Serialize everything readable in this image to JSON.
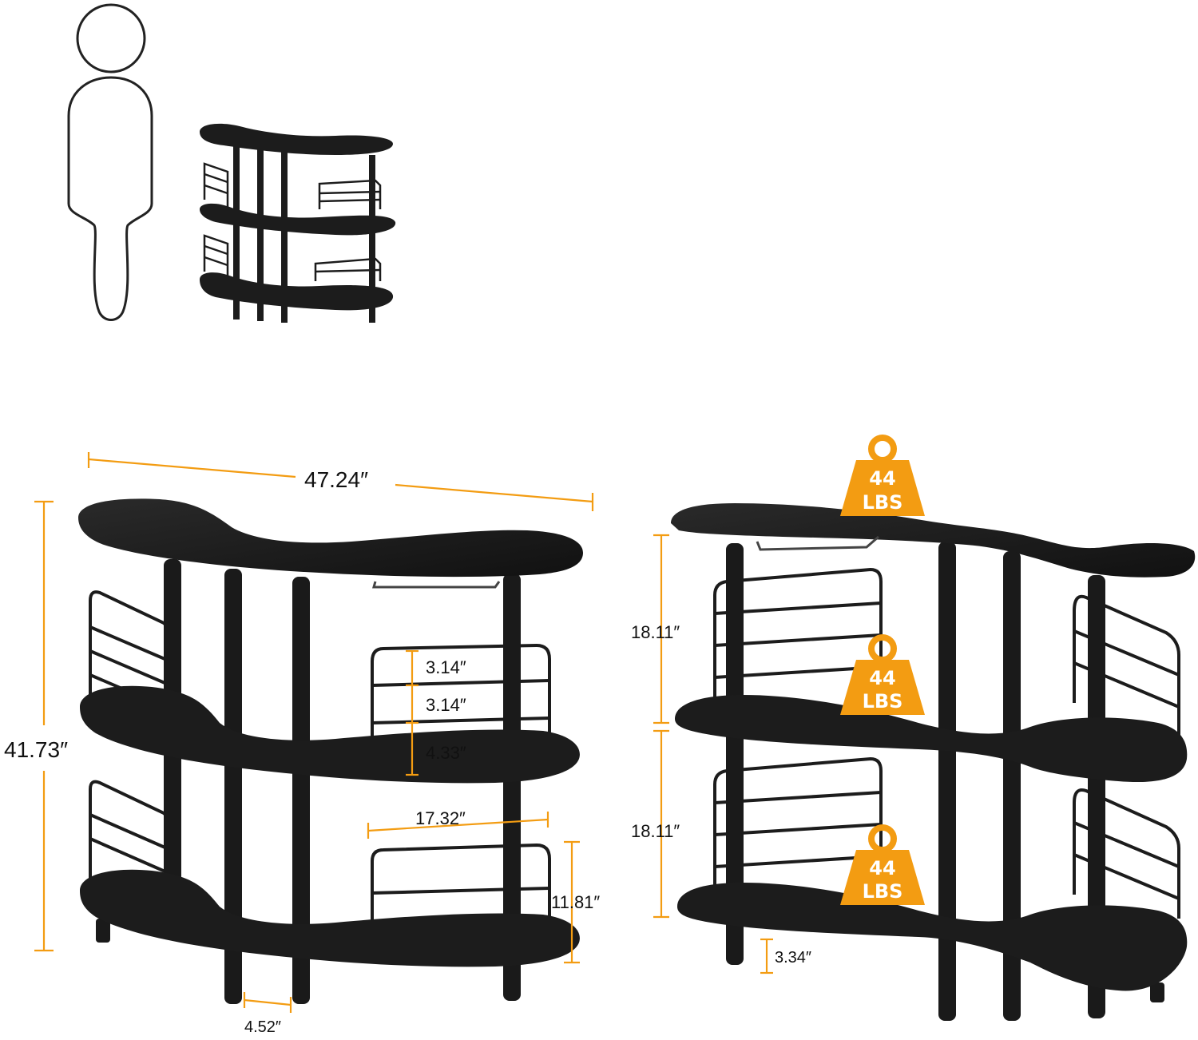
{
  "dimensions": {
    "width": "47.24″",
    "height": "41.73″",
    "rack_gap_1": "3.14″",
    "rack_gap_2": "3.14″",
    "rack_bottom": "4.33″",
    "rack_width": "17.32″",
    "rack_height": "11.81″",
    "leg_width": "4.52″",
    "upper_clearance": "18.11″",
    "lower_clearance": "18.11″",
    "leg_height": "3.34″"
  },
  "load_badges": [
    {
      "weight": "44",
      "unit": "LBS"
    },
    {
      "weight": "44",
      "unit": "LBS"
    },
    {
      "weight": "44",
      "unit": "LBS"
    }
  ],
  "colors": {
    "accent": "#F39C12",
    "furniture": "#1c1c1c",
    "outline": "#222222"
  }
}
